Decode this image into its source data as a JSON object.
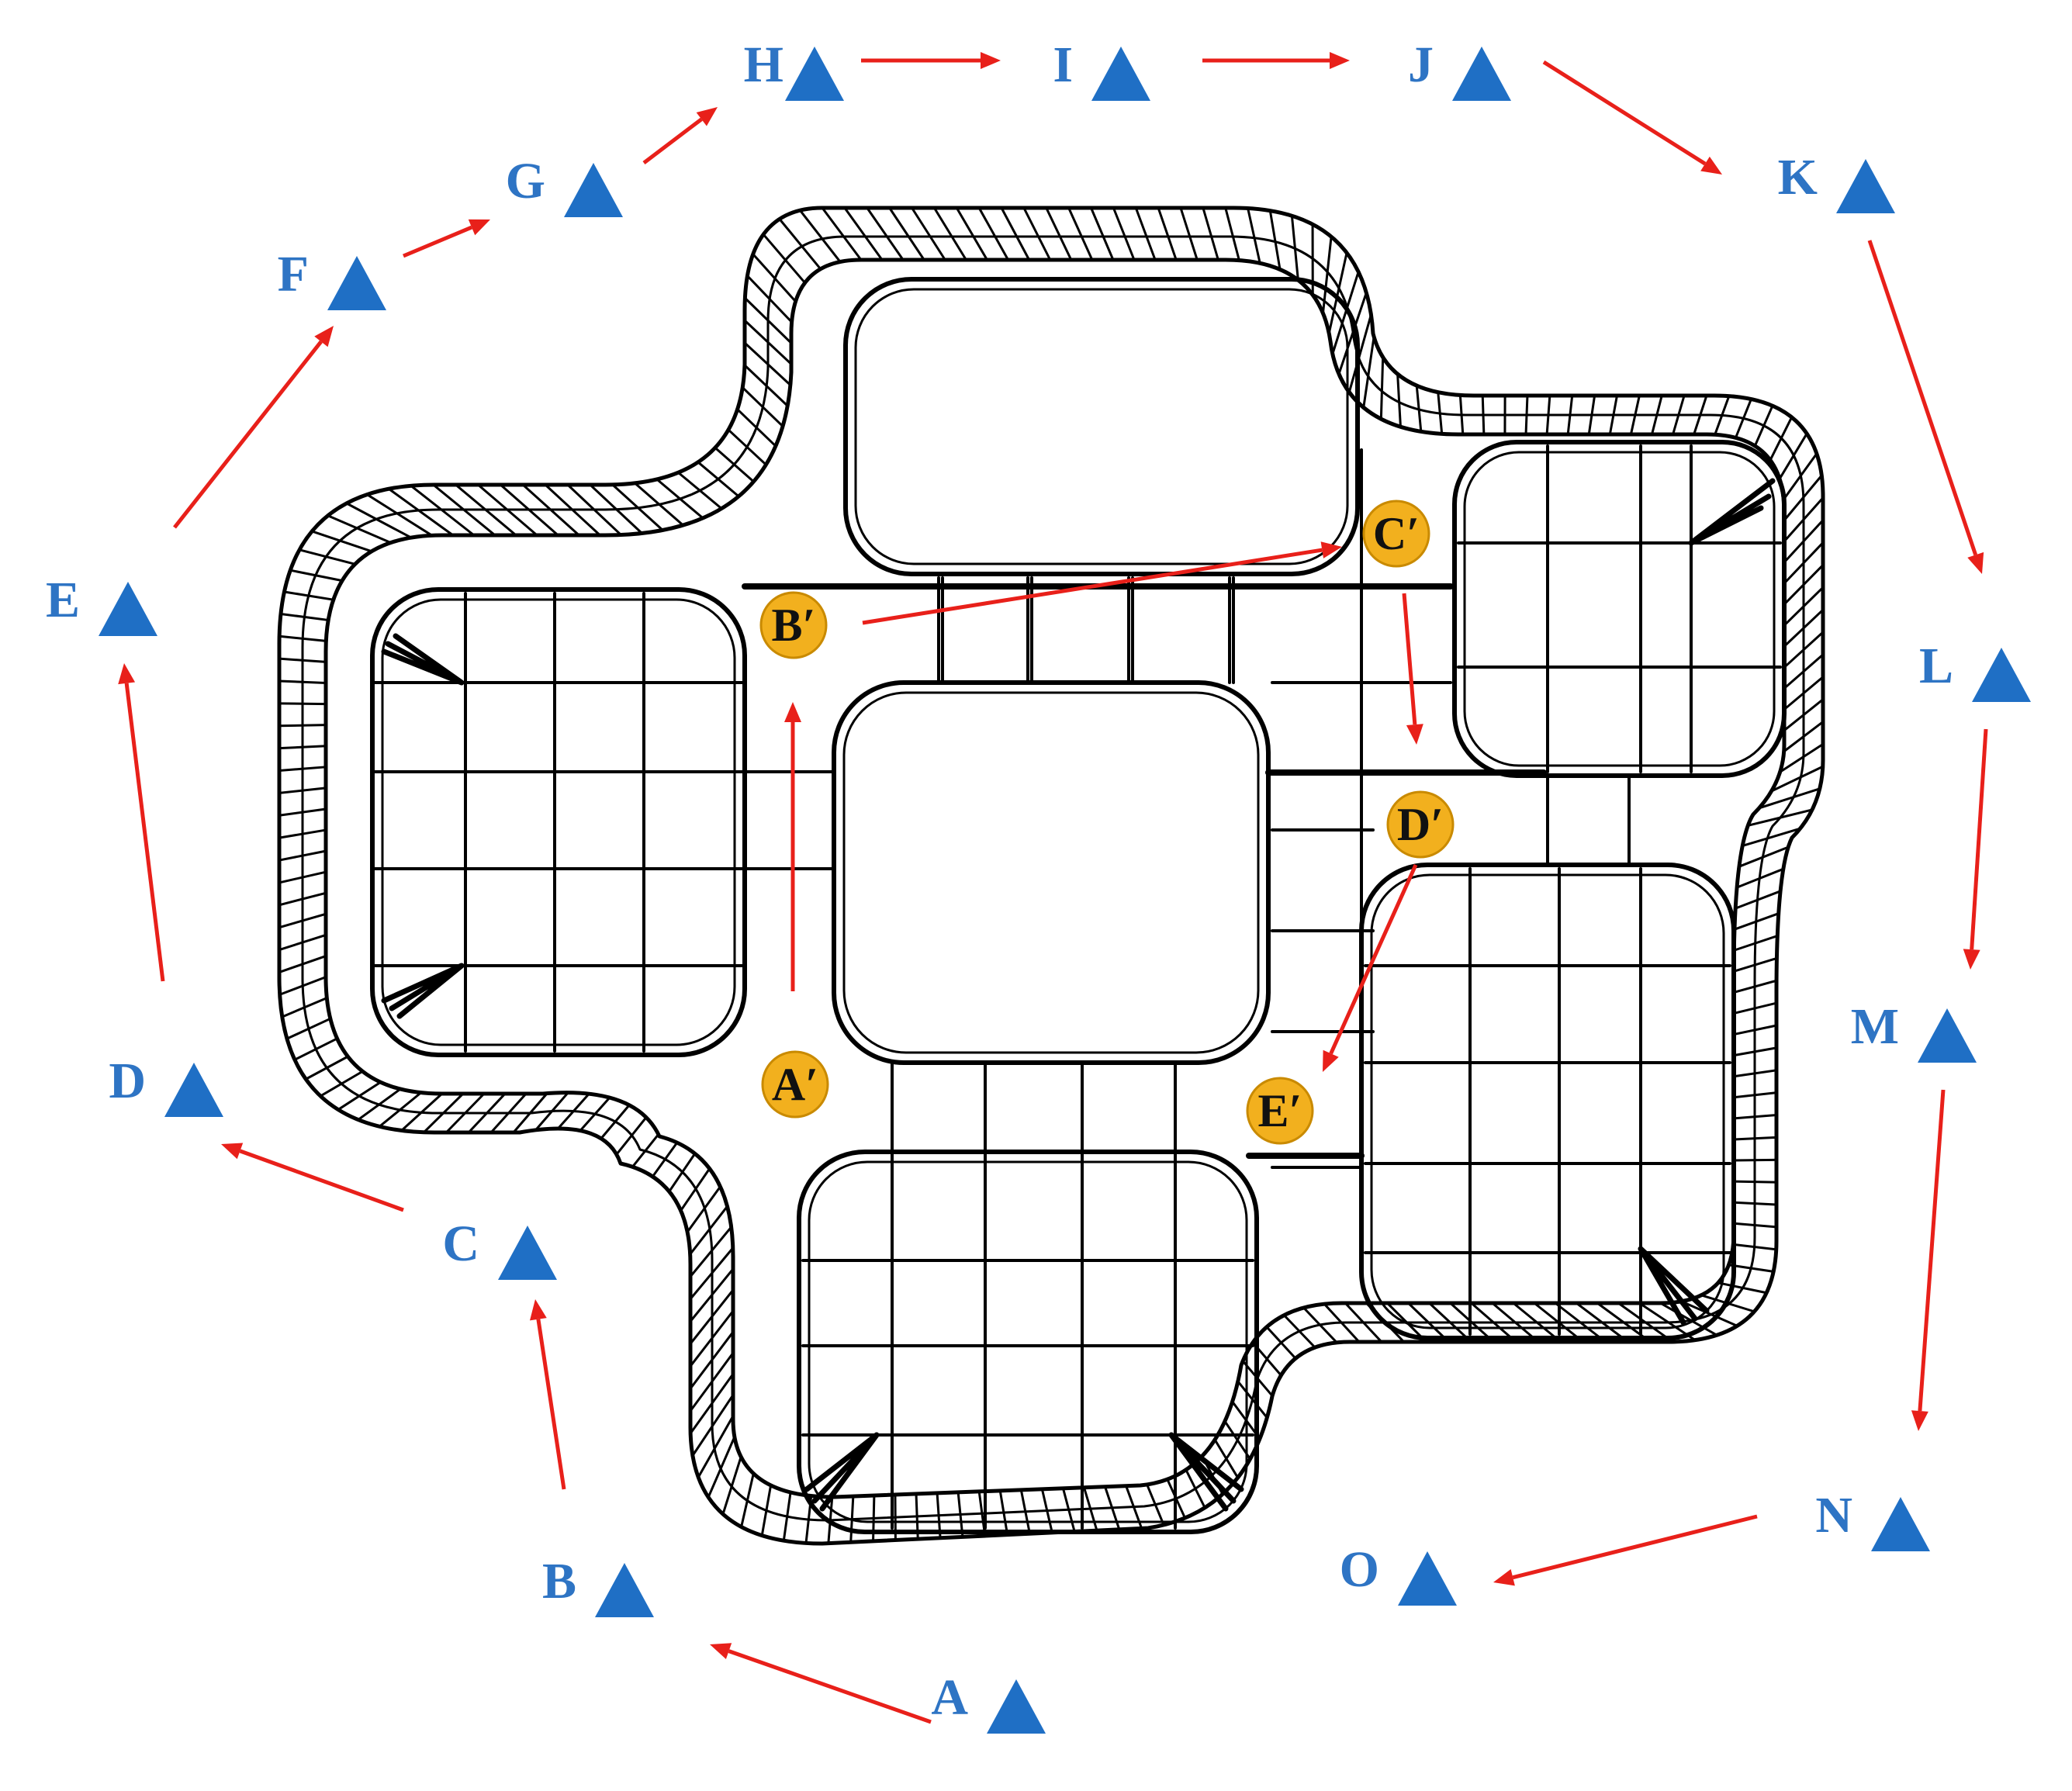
{
  "colors": {
    "station_triangle": "#1f6fc5",
    "station_label": "#2e74c4",
    "route_arrow": "#e8201a",
    "point_marker": "#f2b01e",
    "point_marker_stroke": "#c98a00",
    "structure_line": "#000000"
  },
  "stations": [
    {
      "id": "A",
      "label": "A",
      "icon": "triangle-icon"
    },
    {
      "id": "B",
      "label": "B",
      "icon": "triangle-icon"
    },
    {
      "id": "C",
      "label": "C",
      "icon": "triangle-icon"
    },
    {
      "id": "D",
      "label": "D",
      "icon": "triangle-icon"
    },
    {
      "id": "E",
      "label": "E",
      "icon": "triangle-icon"
    },
    {
      "id": "F",
      "label": "F",
      "icon": "triangle-icon"
    },
    {
      "id": "G",
      "label": "G",
      "icon": "triangle-icon"
    },
    {
      "id": "H",
      "label": "H",
      "icon": "triangle-icon"
    },
    {
      "id": "I",
      "label": "I",
      "icon": "triangle-icon"
    },
    {
      "id": "J",
      "label": "J",
      "icon": "triangle-icon"
    },
    {
      "id": "K",
      "label": "K",
      "icon": "triangle-icon"
    },
    {
      "id": "L",
      "label": "L",
      "icon": "triangle-icon"
    },
    {
      "id": "M",
      "label": "M",
      "icon": "triangle-icon"
    },
    {
      "id": "N",
      "label": "N",
      "icon": "triangle-icon"
    },
    {
      "id": "O",
      "label": "O",
      "icon": "triangle-icon"
    }
  ],
  "station_route": [
    "A",
    "B",
    "C",
    "D",
    "E",
    "F",
    "G",
    "H",
    "I",
    "J",
    "K",
    "L",
    "M",
    "N",
    "O"
  ],
  "inner_points": [
    {
      "id": "A1",
      "label": "A′"
    },
    {
      "id": "B1",
      "label": "B′"
    },
    {
      "id": "C1",
      "label": "C′"
    },
    {
      "id": "D1",
      "label": "D′"
    },
    {
      "id": "E1",
      "label": "E′"
    }
  ],
  "inner_route": [
    "A1",
    "B1",
    "C1",
    "D1",
    "E1"
  ]
}
